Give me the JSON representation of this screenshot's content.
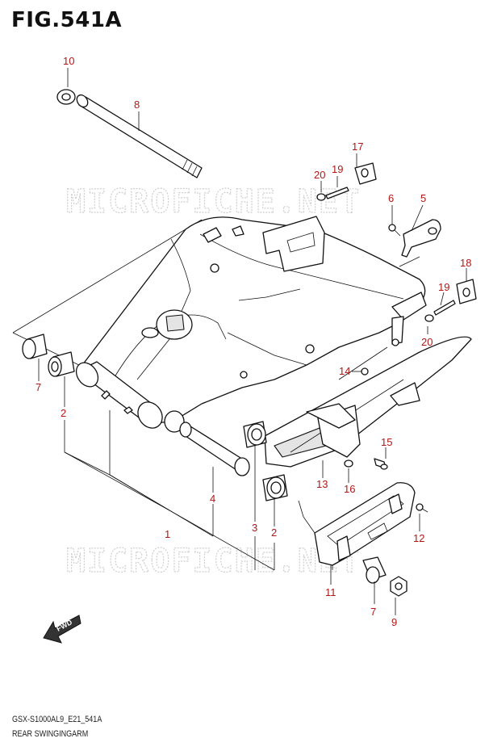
{
  "figure": {
    "title": "FIG.541A",
    "model_code": "GSX-S1000AL9_E21_541A",
    "caption": "REAR SWINGINGARM",
    "watermark_text": "MICROFICHE.NET",
    "fwd_label": "FWD",
    "callout_color": "#b01818"
  },
  "callouts": [
    {
      "id": "p10",
      "label": "10"
    },
    {
      "id": "p8",
      "label": "8"
    },
    {
      "id": "p17",
      "label": "17"
    },
    {
      "id": "p20a",
      "label": "20"
    },
    {
      "id": "p19a",
      "label": "19"
    },
    {
      "id": "p6",
      "label": "6"
    },
    {
      "id": "p5",
      "label": "5"
    },
    {
      "id": "p18",
      "label": "18"
    },
    {
      "id": "p19b",
      "label": "19"
    },
    {
      "id": "p20b",
      "label": "20"
    },
    {
      "id": "p7a",
      "label": "7"
    },
    {
      "id": "p2a",
      "label": "2"
    },
    {
      "id": "p14",
      "label": "14"
    },
    {
      "id": "p15",
      "label": "15"
    },
    {
      "id": "p13",
      "label": "13"
    },
    {
      "id": "p16",
      "label": "16"
    },
    {
      "id": "p4",
      "label": "4"
    },
    {
      "id": "p3",
      "label": "3"
    },
    {
      "id": "p2b",
      "label": "2"
    },
    {
      "id": "p1",
      "label": "1"
    },
    {
      "id": "p12",
      "label": "12"
    },
    {
      "id": "p11",
      "label": "11"
    },
    {
      "id": "p7b",
      "label": "7"
    },
    {
      "id": "p9",
      "label": "9"
    }
  ]
}
